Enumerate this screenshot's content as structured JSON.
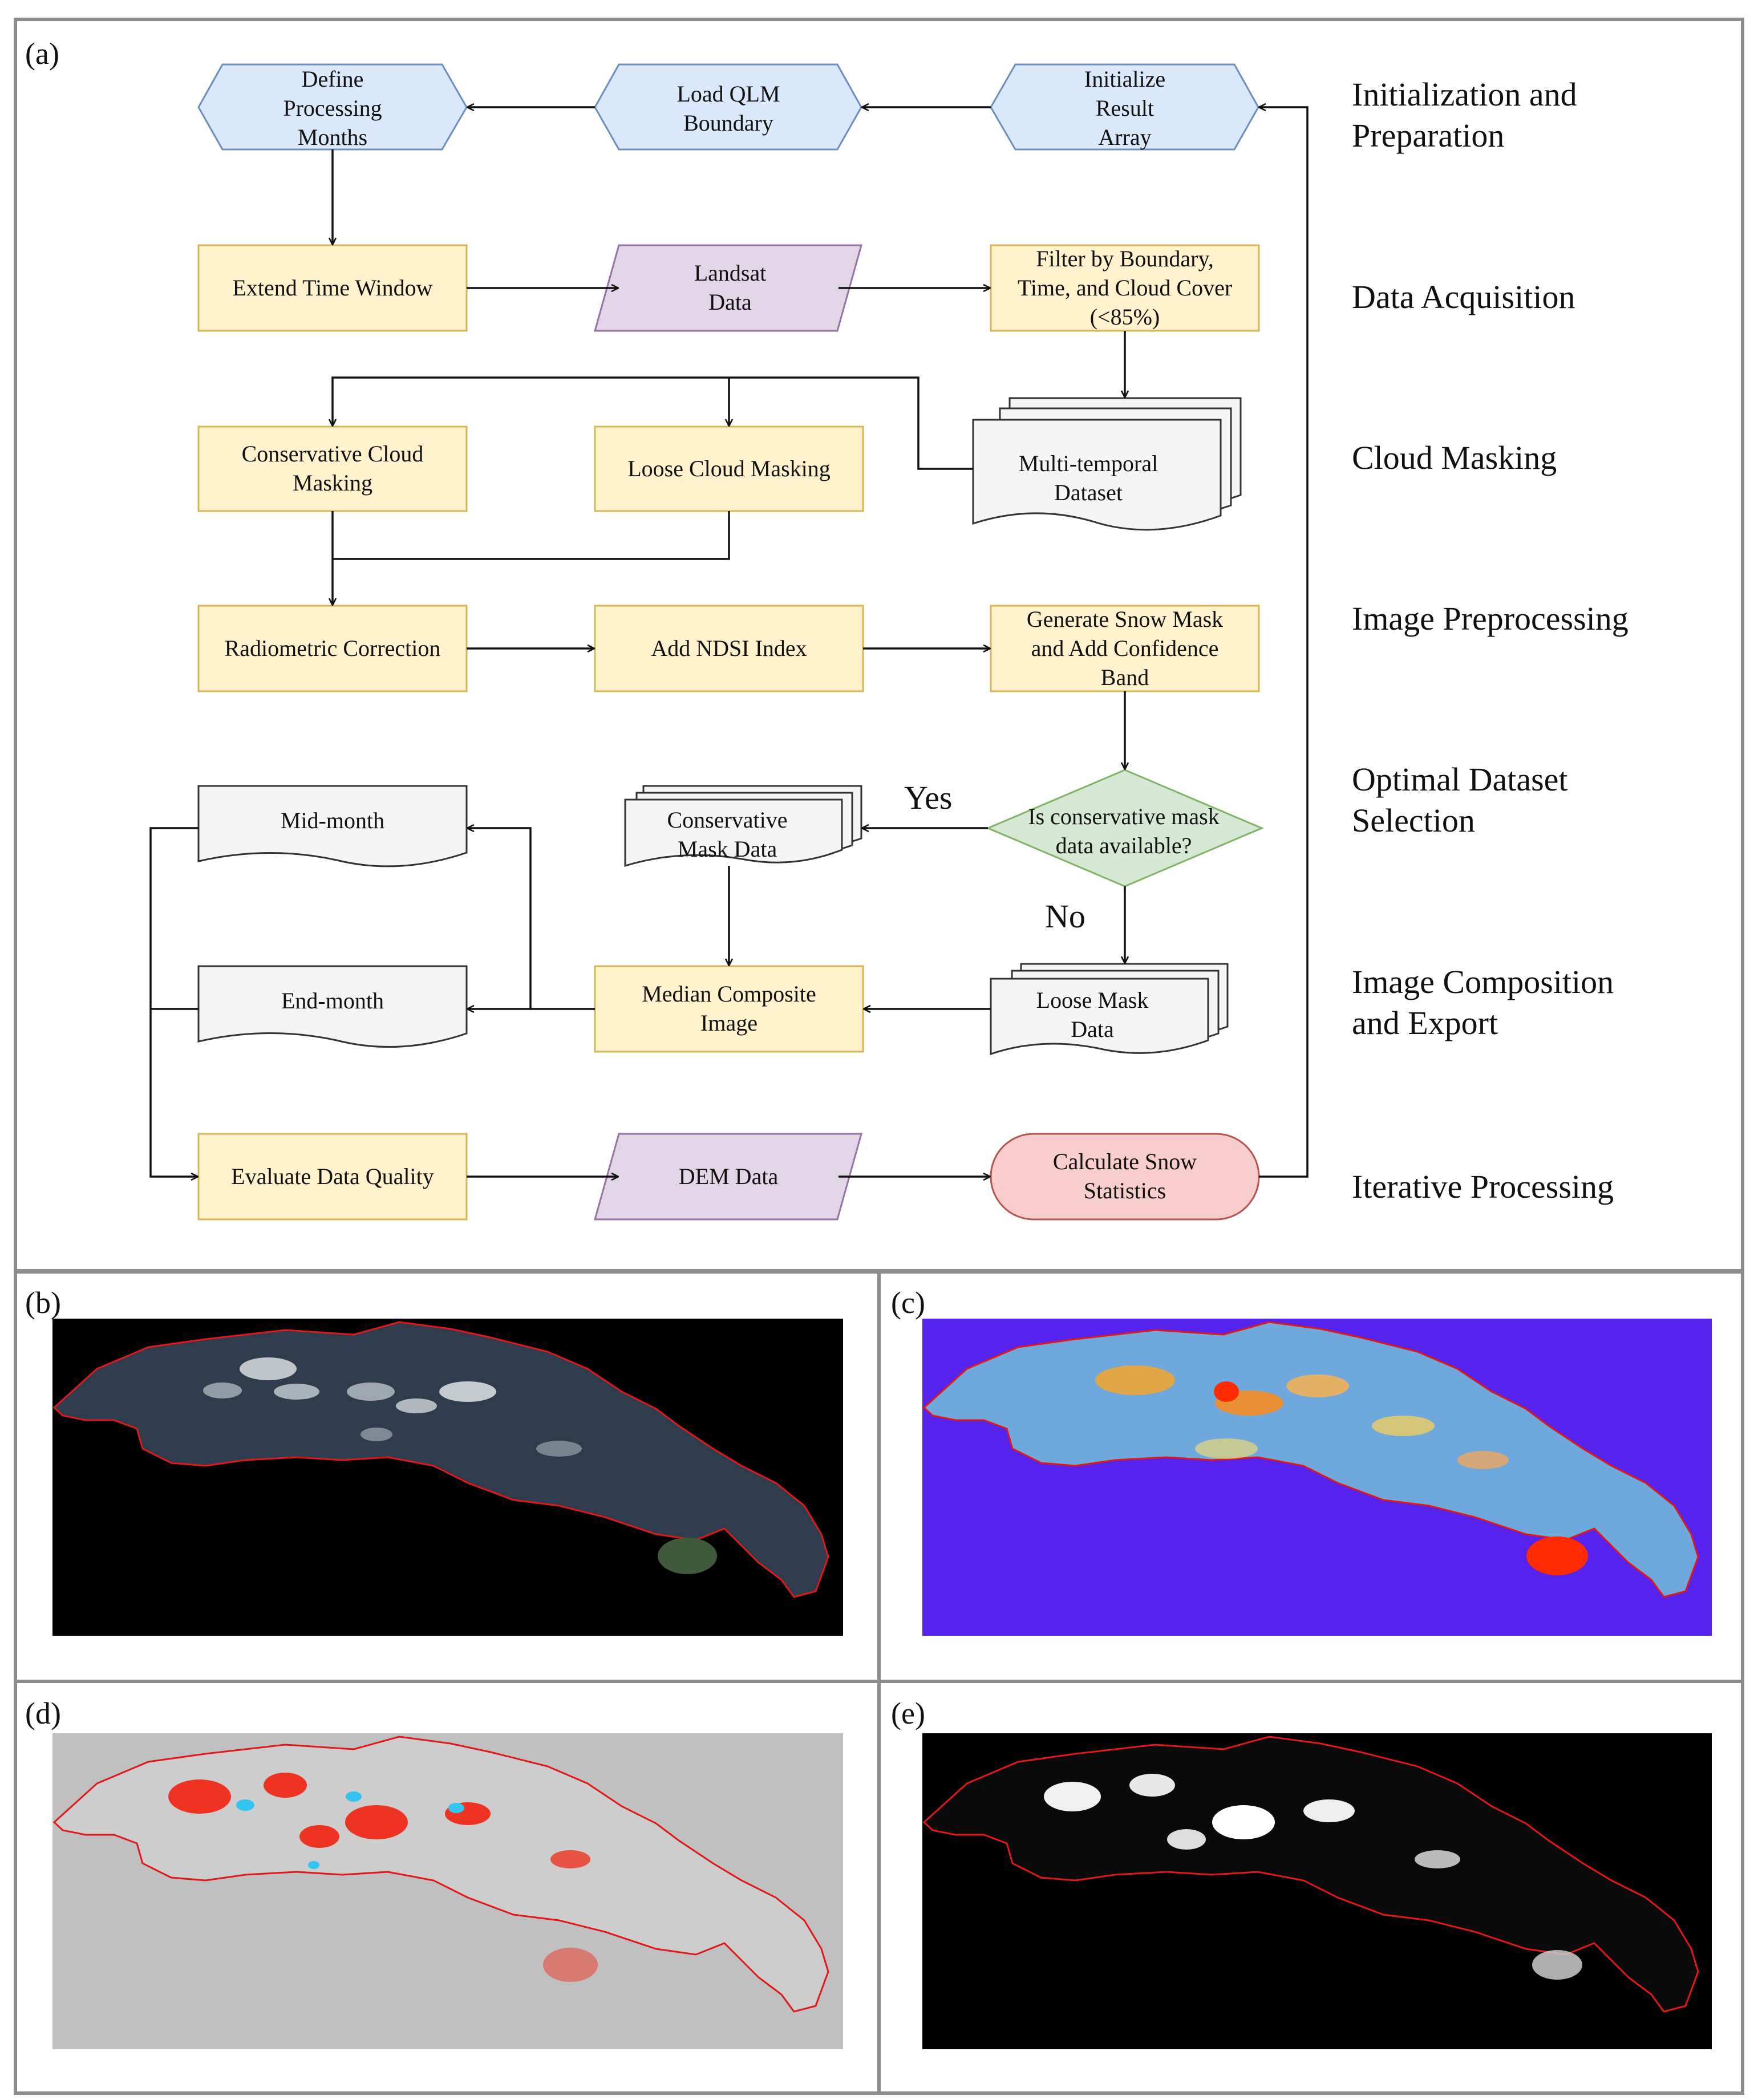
{
  "panels": {
    "a": "(a)",
    "b": "(b)",
    "c": "(c)",
    "d": "(d)",
    "e": "(e)"
  },
  "nodes": {
    "define_months": [
      "Define",
      "Processing",
      "Months"
    ],
    "load_qlm": [
      "Load QLM",
      "Boundary"
    ],
    "init_result": [
      "Initialize",
      "Result",
      "Array"
    ],
    "extend_window": [
      "Extend Time Window"
    ],
    "landsat": [
      "Landsat",
      "Data"
    ],
    "filter": [
      "Filter by Boundary,",
      "Time, and Cloud Cover",
      "(<85%)"
    ],
    "conservative_cloud": [
      "Conservative Cloud",
      "Masking"
    ],
    "loose_cloud": [
      "Loose Cloud Masking"
    ],
    "multitemporal": [
      "Multi-temporal",
      "Dataset"
    ],
    "radiometric": [
      "Radiometric Correction"
    ],
    "ndsi": [
      "Add NDSI Index"
    ],
    "snow_mask": [
      "Generate Snow Mask",
      "and Add Confidence",
      "Band"
    ],
    "decision": [
      "Is conservative mask",
      "data available?"
    ],
    "conservative_data": [
      "Conservative",
      "Mask Data"
    ],
    "mid_month": [
      "Mid-month"
    ],
    "end_month": [
      "End-month"
    ],
    "median": [
      "Median Composite",
      "Image"
    ],
    "loose_data": [
      "Loose Mask",
      "Data"
    ],
    "evaluate": [
      "Evaluate Data Quality"
    ],
    "dem": [
      "DEM Data"
    ],
    "snow_stats": [
      "Calculate Snow",
      "Statistics"
    ]
  },
  "branches": {
    "yes": "Yes",
    "no": "No"
  },
  "stages": [
    [
      "Initialization and",
      "Preparation"
    ],
    [
      "Data Acquisition"
    ],
    [
      "Cloud Masking"
    ],
    [
      "Image Preprocessing"
    ],
    [
      "Optimal Dataset",
      "Selection"
    ],
    [
      "Image Composition",
      "and Export"
    ],
    [
      "Iterative Processing"
    ]
  ],
  "colors": {
    "hexagon_fill": "#dae8fc",
    "hexagon_stroke": "#6c8ebf",
    "process_fill": "#fff2cc",
    "process_stroke": "#d6b656",
    "data_fill": "#e1d5e7",
    "data_stroke": "#9673a6",
    "document_fill": "#f5f5f5",
    "document_stroke": "#333333",
    "decision_fill": "#d5e8d4",
    "decision_stroke": "#82b366",
    "terminal_fill": "#f8cecc",
    "terminal_stroke": "#b85450",
    "panel_border": "#8c8c8c",
    "boundary_red": "#e01818",
    "map_b_bg": "#000000",
    "map_c_bg": "#5522ee",
    "map_d_bg": "#c0c0c0",
    "map_e_bg": "#000000"
  }
}
